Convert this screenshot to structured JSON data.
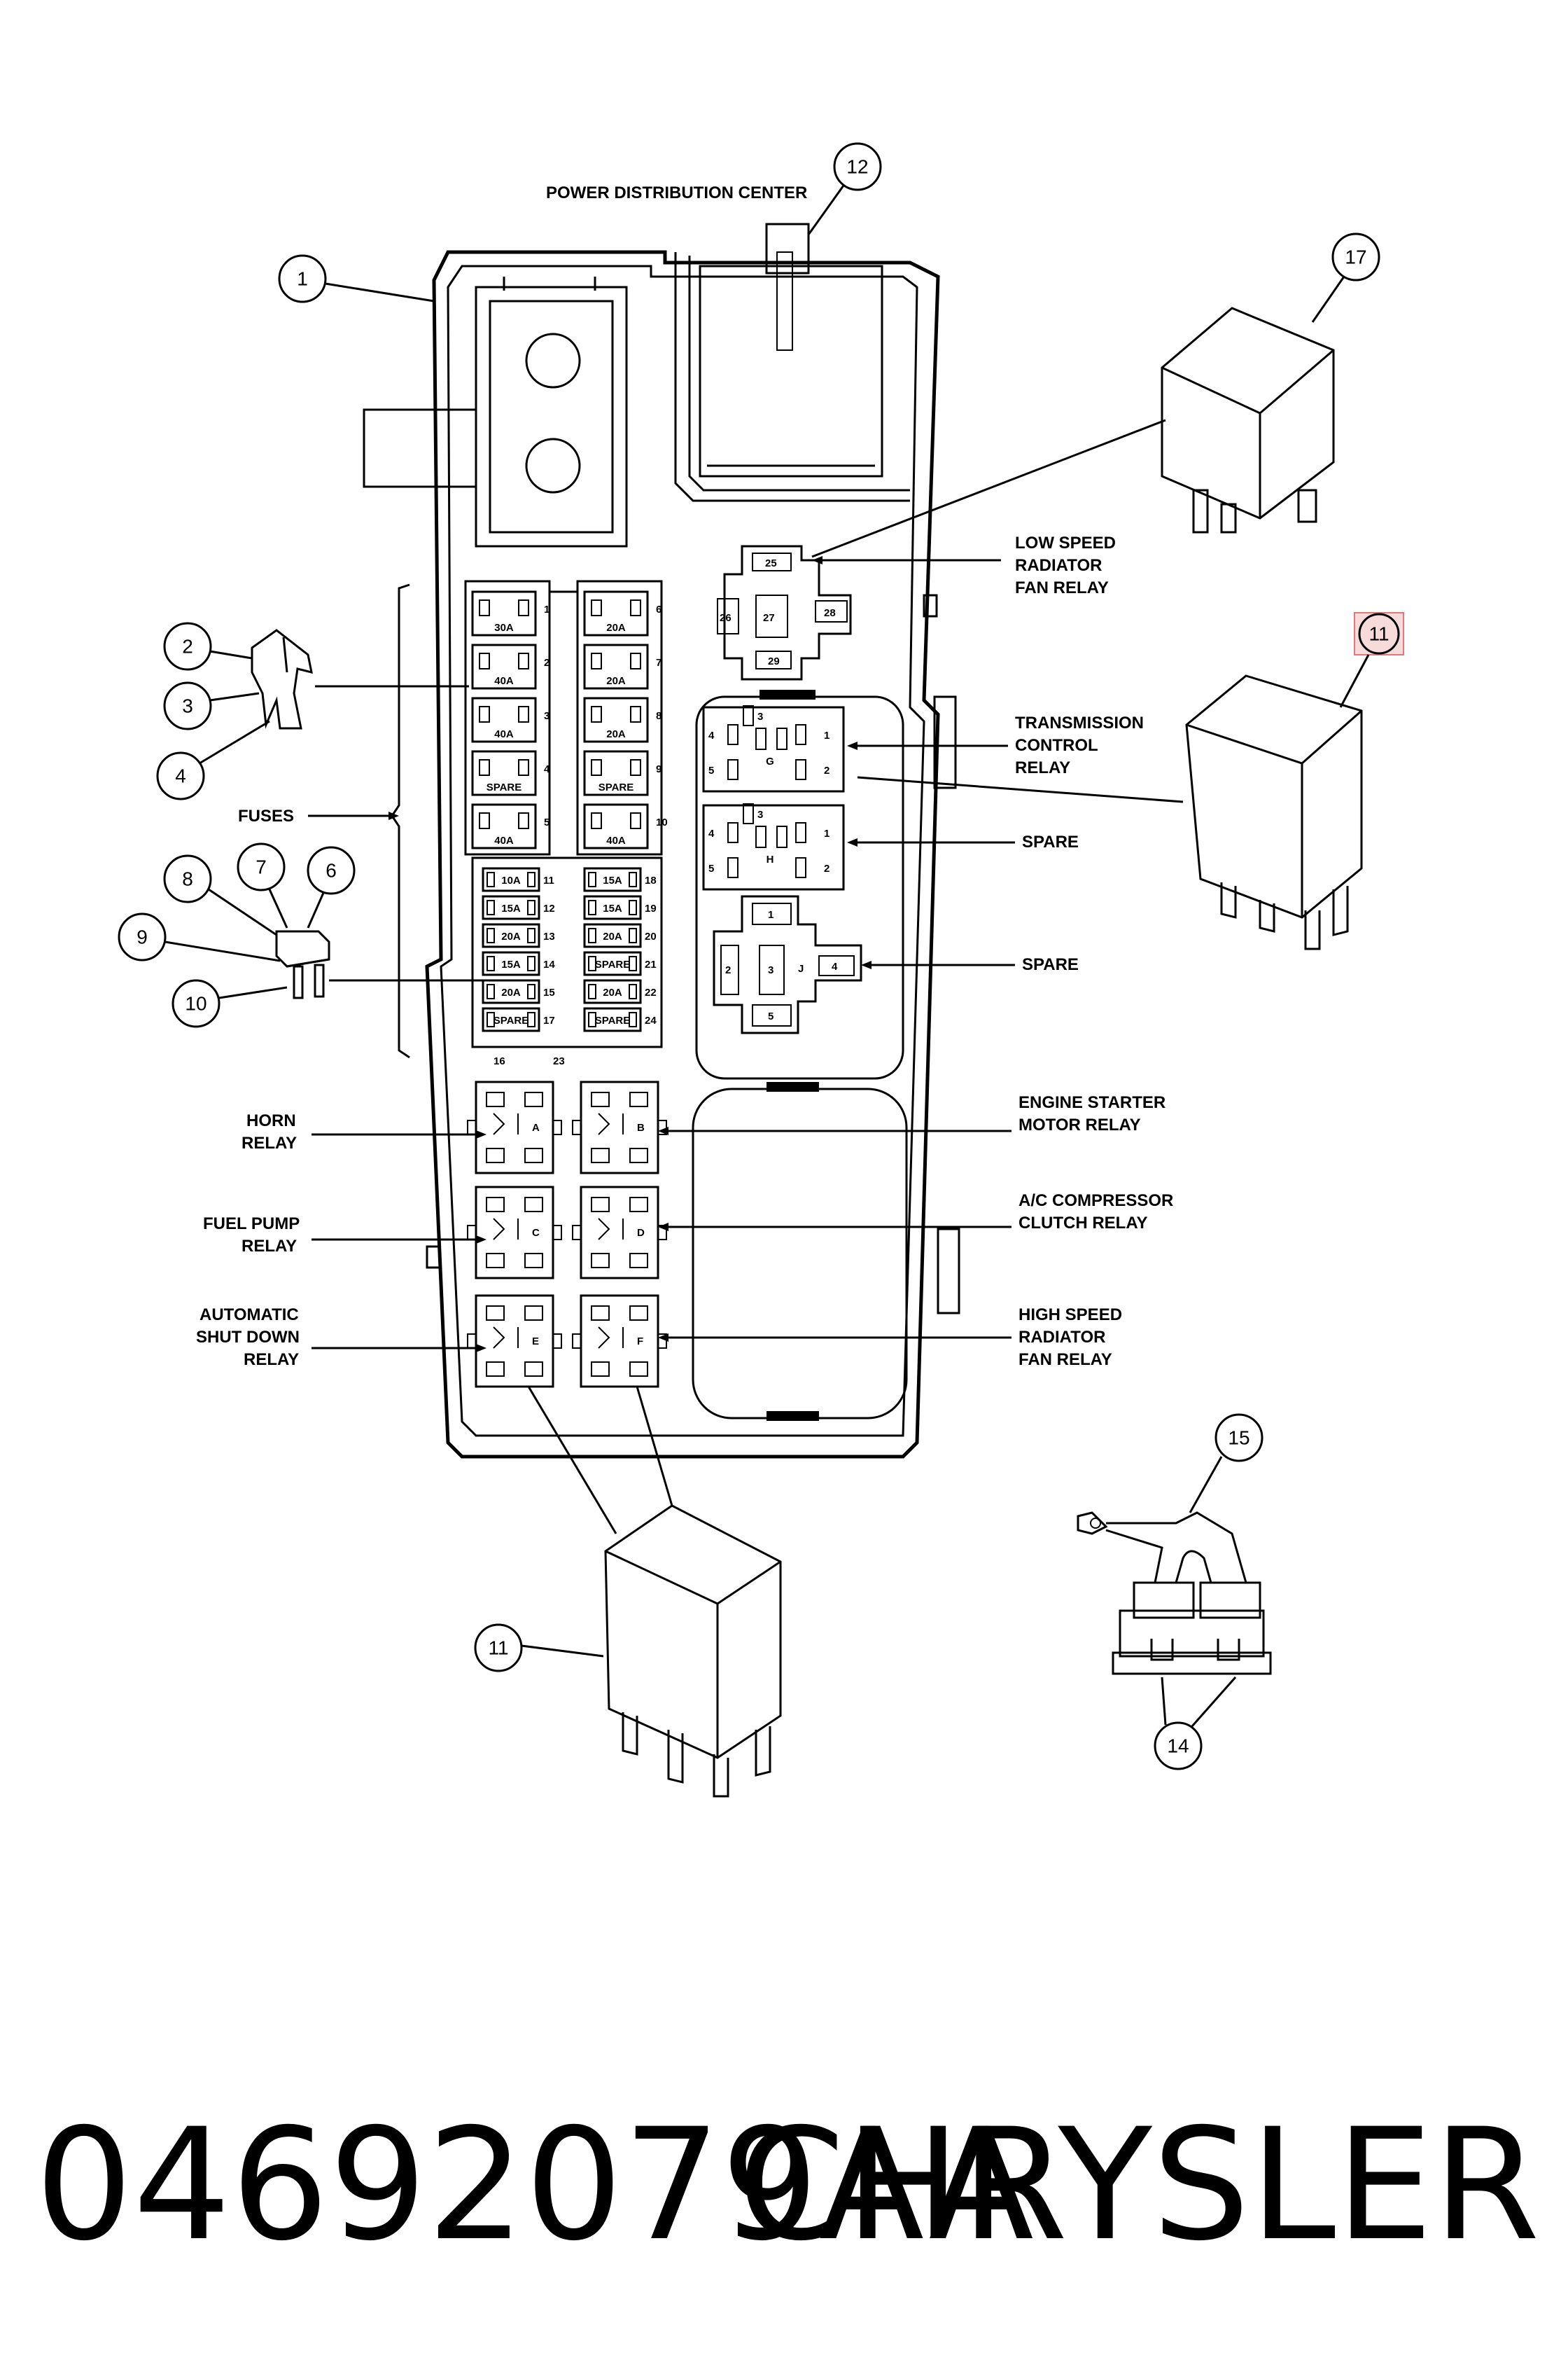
{
  "title": "POWER DISTRIBUTION CENTER",
  "labels": {
    "low_speed_fan": [
      "LOW SPEED",
      "RADIATOR",
      "FAN RELAY"
    ],
    "transmission": [
      "TRANSMISSION",
      "CONTROL",
      "RELAY"
    ],
    "spare_g": "SPARE",
    "spare_j": "SPARE",
    "fuses": "FUSES",
    "horn": [
      "HORN",
      "RELAY"
    ],
    "fuel_pump": [
      "FUEL PUMP",
      "RELAY"
    ],
    "asd": [
      "AUTOMATIC",
      "SHUT DOWN",
      "RELAY"
    ],
    "starter": [
      "ENGINE STARTER",
      "MOTOR RELAY"
    ],
    "ac": [
      "A/C COMPRESSOR",
      "CLUTCH RELAY"
    ],
    "high_speed_fan": [
      "HIGH SPEED",
      "RADIATOR",
      "FAN RELAY"
    ]
  },
  "callouts": {
    "c1": "1",
    "c2": "2",
    "c3": "3",
    "c4": "4",
    "c6": "6",
    "c7": "7",
    "c8": "8",
    "c9": "9",
    "c10": "10",
    "c11": "11",
    "c11b": "11",
    "c12": "12",
    "c14": "14",
    "c15": "15",
    "c17": "17"
  },
  "maxi_fuses_left": [
    {
      "num": "1",
      "rating": "30A"
    },
    {
      "num": "2",
      "rating": "40A"
    },
    {
      "num": "3",
      "rating": "40A"
    },
    {
      "num": "4",
      "rating": "SPARE"
    },
    {
      "num": "5",
      "rating": "40A"
    }
  ],
  "maxi_fuses_right": [
    {
      "num": "6",
      "rating": "20A"
    },
    {
      "num": "7",
      "rating": "20A"
    },
    {
      "num": "8",
      "rating": "20A"
    },
    {
      "num": "9",
      "rating": "SPARE"
    },
    {
      "num": "10",
      "rating": "40A"
    }
  ],
  "mini_fuses_left": [
    {
      "num": "11",
      "rating": "10A"
    },
    {
      "num": "12",
      "rating": "15A"
    },
    {
      "num": "13",
      "rating": "20A"
    },
    {
      "num": "14",
      "rating": "15A"
    },
    {
      "num": "15",
      "rating": "20A"
    },
    {
      "num": "17",
      "rating": "SPARE"
    }
  ],
  "mini_fuses_right": [
    {
      "num": "18",
      "rating": "15A"
    },
    {
      "num": "19",
      "rating": "15A"
    },
    {
      "num": "20",
      "rating": "20A"
    },
    {
      "num": "21",
      "rating": "SPARE"
    },
    {
      "num": "22",
      "rating": "20A"
    },
    {
      "num": "24",
      "rating": "SPARE"
    }
  ],
  "mini_bottom": {
    "left": "16",
    "right": "23"
  },
  "low_speed_socket": {
    "top": "25",
    "left": "26",
    "middle": "27",
    "right": "28",
    "bottom": "29"
  },
  "relay_g": {
    "letter": "G",
    "pins": [
      "4",
      "3",
      "1",
      "5",
      "2"
    ]
  },
  "relay_h": {
    "letter": "H",
    "pins": [
      "4",
      "3",
      "1",
      "5",
      "2"
    ]
  },
  "relay_j": {
    "letter": "J",
    "pins": [
      "1",
      "2",
      "3",
      "4",
      "5"
    ]
  },
  "relays_iso": [
    "A",
    "B",
    "C",
    "D",
    "E",
    "F"
  ],
  "footer": {
    "part_number": "04692079AA",
    "brand": "CHRYSLER"
  }
}
